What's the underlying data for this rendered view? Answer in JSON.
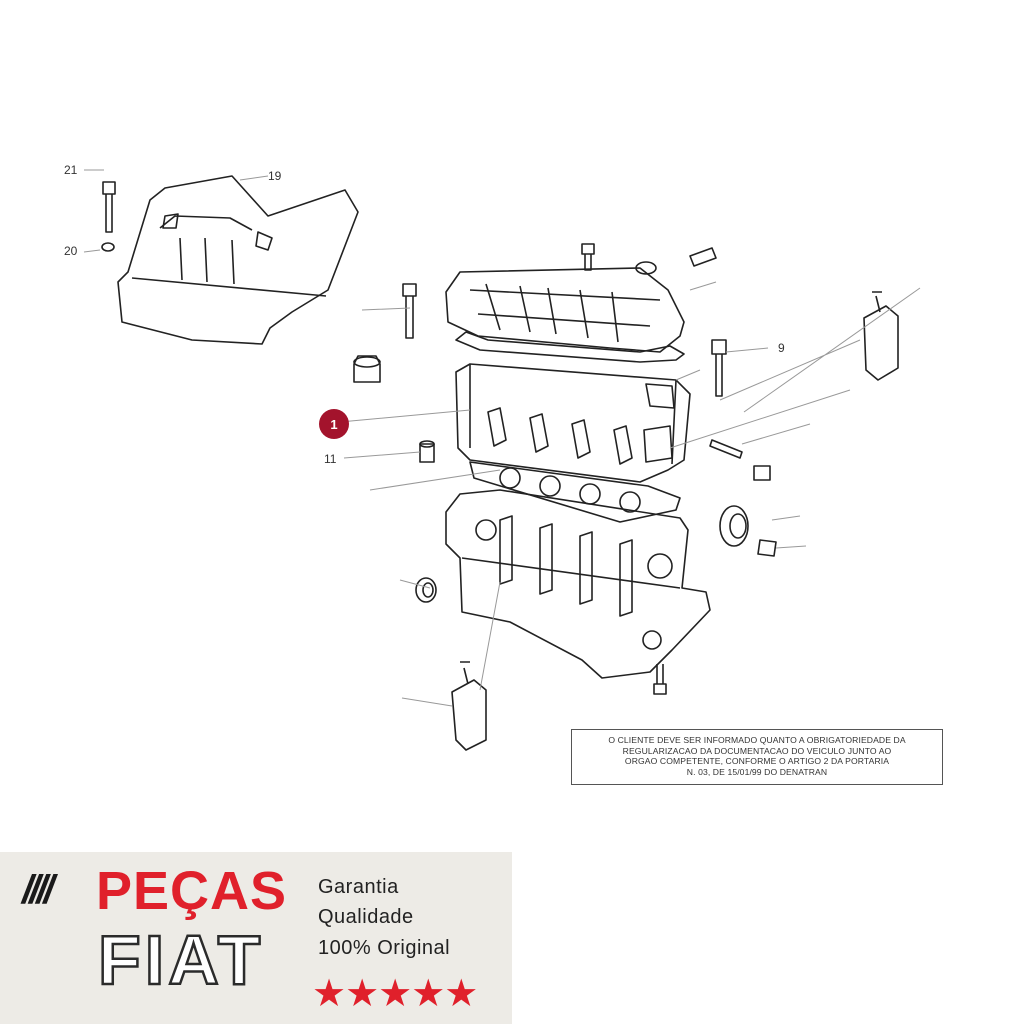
{
  "diagram": {
    "callouts": {
      "c21": "21",
      "c19": "19",
      "c20": "20",
      "c9": "9",
      "c1": "1",
      "c11": "11"
    },
    "highlight_color": "#a3132c",
    "notice_lines": [
      "O CLIENTE DEVE SER INFORMADO QUANTO A OBRIGATORIEDADE DA",
      "REGULARIZACAO  DA  DOCUMENTACAO  DO  VEICULO  JUNTO AO",
      "ORGAO  COMPETENTE,  CONFORME O ARTIGO 2 DA PORTARIA",
      "N. 03, DE 15/01/99 DO DENATRAN"
    ]
  },
  "banner": {
    "slashes": "////",
    "brand_top": "PEÇAS",
    "brand_bottom": "FIAT",
    "taglines": [
      "Garantia",
      "Qualidade",
      "100% Original"
    ],
    "stars": "★★★★★",
    "rating": 5,
    "accent_color": "#e0202b",
    "background_color": "#edebe6"
  }
}
